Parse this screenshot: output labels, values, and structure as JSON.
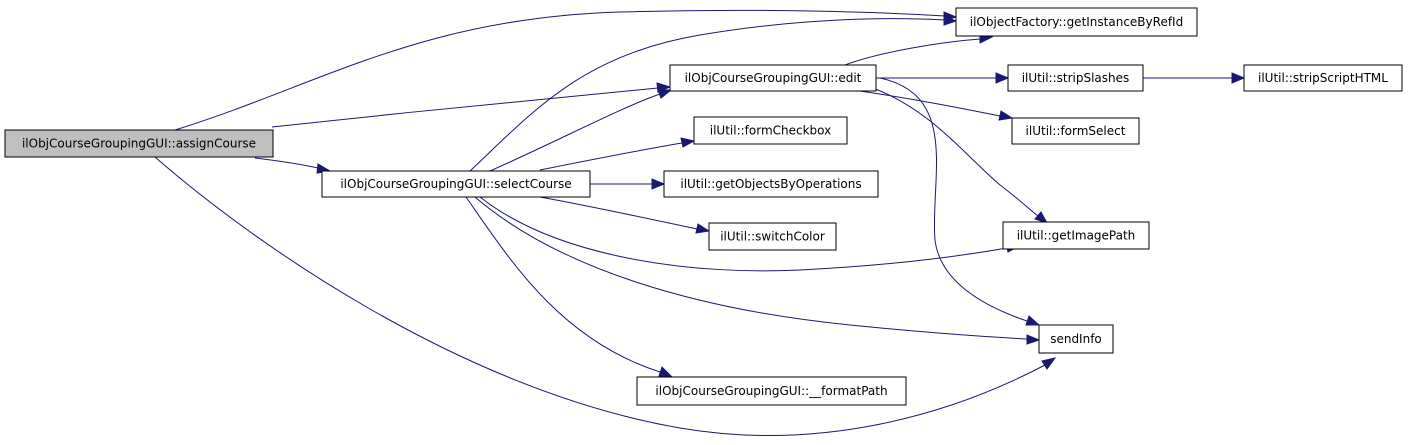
{
  "diagram": {
    "colors": {
      "edge": "#191970",
      "root_fill": "#bfbfbf",
      "node_fill": "#ffffff",
      "node_stroke": "#000000"
    },
    "nodes": {
      "assignCourse": "ilObjCourseGroupingGUI::assignCourse",
      "selectCourse": "ilObjCourseGroupingGUI::selectCourse",
      "edit": "ilObjCourseGroupingGUI::edit",
      "getInstanceByRefId": "ilObjectFactory::getInstanceByRefId",
      "stripSlashes": "ilUtil::stripSlashes",
      "stripScriptHTML": "ilUtil::stripScriptHTML",
      "formSelect": "ilUtil::formSelect",
      "formCheckbox": "ilUtil::formCheckbox",
      "getObjectsByOperations": "ilUtil::getObjectsByOperations",
      "switchColor": "ilUtil::switchColor",
      "getImagePath": "ilUtil::getImagePath",
      "sendInfo": "sendInfo",
      "formatPath": "ilObjCourseGroupingGUI::__formatPath"
    },
    "edges": [
      {
        "from": "assignCourse",
        "to": "getInstanceByRefId"
      },
      {
        "from": "assignCourse",
        "to": "edit"
      },
      {
        "from": "assignCourse",
        "to": "selectCourse"
      },
      {
        "from": "assignCourse",
        "to": "sendInfo"
      },
      {
        "from": "selectCourse",
        "to": "getInstanceByRefId"
      },
      {
        "from": "selectCourse",
        "to": "edit"
      },
      {
        "from": "selectCourse",
        "to": "formCheckbox"
      },
      {
        "from": "selectCourse",
        "to": "getObjectsByOperations"
      },
      {
        "from": "selectCourse",
        "to": "switchColor"
      },
      {
        "from": "selectCourse",
        "to": "getImagePath"
      },
      {
        "from": "selectCourse",
        "to": "sendInfo"
      },
      {
        "from": "selectCourse",
        "to": "formatPath"
      },
      {
        "from": "edit",
        "to": "getInstanceByRefId"
      },
      {
        "from": "edit",
        "to": "stripSlashes"
      },
      {
        "from": "edit",
        "to": "formSelect"
      },
      {
        "from": "edit",
        "to": "getImagePath"
      },
      {
        "from": "edit",
        "to": "sendInfo"
      },
      {
        "from": "stripSlashes",
        "to": "stripScriptHTML"
      }
    ]
  }
}
